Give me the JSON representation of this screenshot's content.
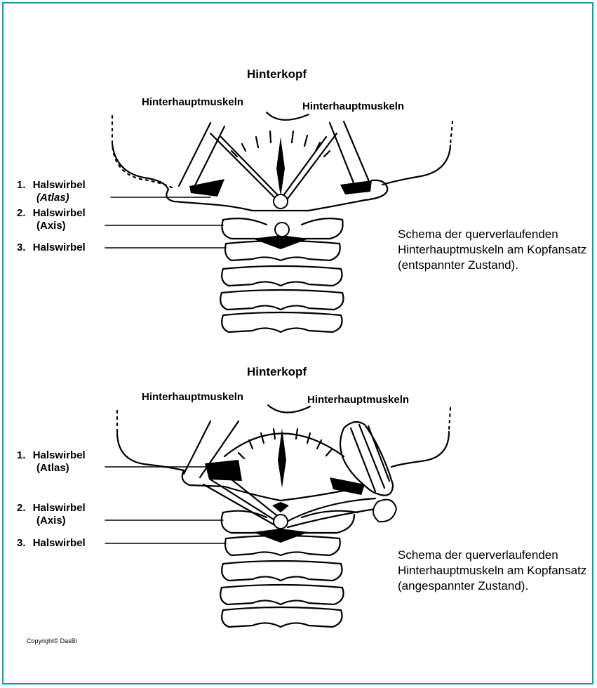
{
  "diagrams": [
    {
      "title": "Hinterkopf",
      "muscle_left": "Hinterhauptmuskeln",
      "muscle_right": "Hinterhauptmuskeln",
      "labels": [
        {
          "num": "1.",
          "text": "Halswirbel",
          "sub": "(Atlas)"
        },
        {
          "num": "2.",
          "text": "Halswirbel",
          "sub": "(Axis)"
        },
        {
          "num": "3.",
          "text": "Halswirbel",
          "sub": ""
        }
      ],
      "caption": "Schema der querverlaufenden Hinterhauptmuskeln am Kopfansatz (entspannter Zustand)."
    },
    {
      "title": "Hinterkopf",
      "muscle_left": "Hinterhauptmuskeln",
      "muscle_right": "Hinterhauptmuskeln",
      "labels": [
        {
          "num": "1.",
          "text": "Halswirbel",
          "sub": "(Atlas)"
        },
        {
          "num": "2.",
          "text": "Halswirbel",
          "sub": "(Axis)"
        },
        {
          "num": "3.",
          "text": "Halswirbel",
          "sub": ""
        }
      ],
      "caption": "Schema der querverlaufenden Hinterhauptmuskeln am Kopfansatz (angespannter Zustand)."
    }
  ],
  "copyright": "Copyright© DasBi",
  "colors": {
    "border": "#1a9a9a",
    "ink": "#000000"
  }
}
